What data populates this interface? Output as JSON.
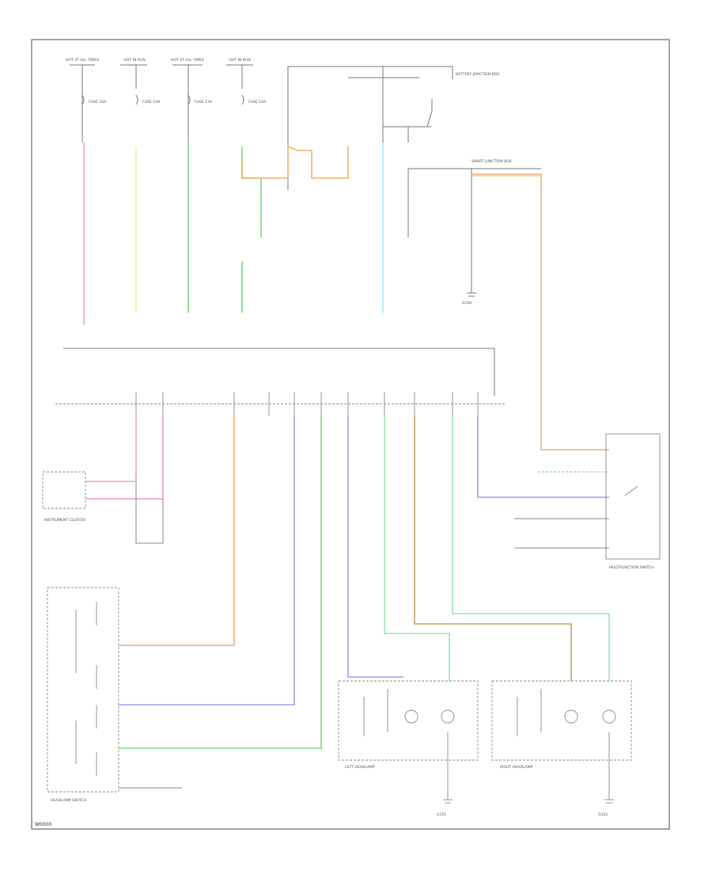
{
  "colors": {
    "frame": "#666666",
    "line": "#777777",
    "red": "#f4a6ab",
    "pink": "#f19ab8",
    "yellow": "#eef29a",
    "green": "#7ed67e",
    "ltgreen": "#9fe3b2",
    "orange": "#f0b070",
    "tan": "#e9cf9a",
    "cyan": "#a9e8f4",
    "blue": "#9aa3e6",
    "olive": "#b8a866",
    "grey": "#cccccc"
  },
  "labels": {
    "fuse_hot_1": "HOT AT ALL TIMES",
    "fuse_hot_2": "HOT IN RUN",
    "fuse_hot_3": "HOT AT ALL TIMES",
    "fuse_hot_4": "HOT IN RUN",
    "fuse_1": "FUSE 10A",
    "fuse_2": "FUSE 10A",
    "fuse_3": "FUSE 15A",
    "fuse_4": "FUSE 10A",
    "relay_block": "BATTERY JUNCTION BOX",
    "ground_c": "G100",
    "ground_left_hl": "G101",
    "ground_right_hl": "G102",
    "smart_junction": "SMART JUNCTION BOX",
    "instrument_cluster": "INSTRUMENT CLUSTER",
    "headlamp_switch": "HEADLAMP SWITCH",
    "multifunction_switch": "MULTIFUNCTION SWITCH",
    "left_headlamp": "LEFT HEADLAMP",
    "right_headlamp": "RIGHT HEADLAMP",
    "footer_code": "W0000"
  }
}
